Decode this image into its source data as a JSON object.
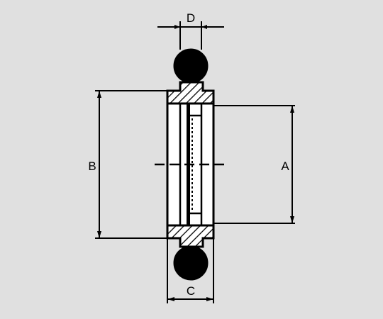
{
  "diagram": {
    "colors": {
      "background": "#e0e0e0",
      "line": "#000000",
      "body_fill": "#ffffff",
      "oring_fill": "#000000"
    },
    "dimensions": {
      "a": "A",
      "b": "B",
      "c": "C",
      "d": "D"
    }
  }
}
